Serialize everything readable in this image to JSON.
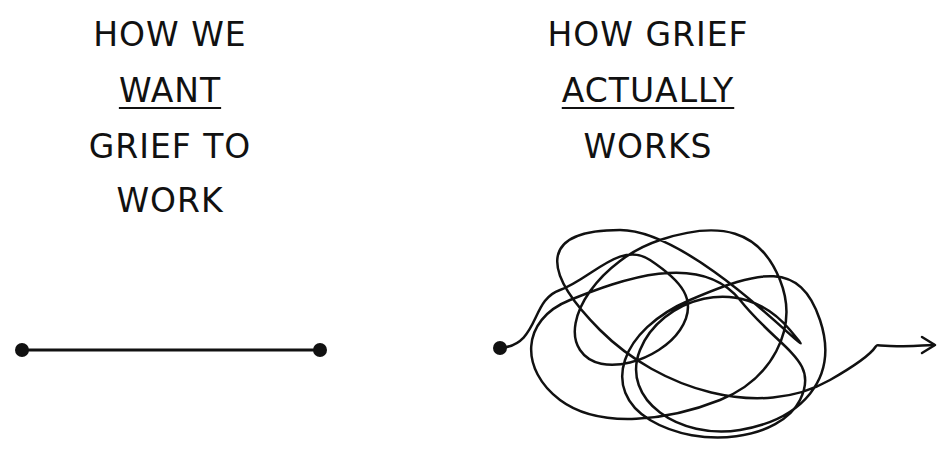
{
  "diagram": {
    "labels": [
      "HOW WE",
      "WANT",
      "GRIEF TO WORK",
      "HOW GRIEF",
      "ACTUALLY",
      "WORKS"
    ]
  }
}
